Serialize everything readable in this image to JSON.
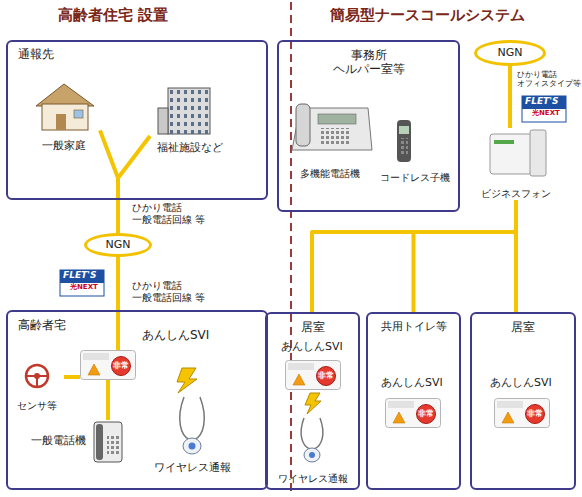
{
  "diagram": {
    "nodes": [
      {
        "text": [
          "通報先"
        ]
      },
      {
        "text": [
          "一般家庭"
        ],
        "in": 0
      },
      {
        "text": [
          "福祉施設など"
        ],
        "in": 0
      },
      {
        "text": [
          "NGN"
        ]
      },
      {
        "text": [
          "高齢者宅"
        ]
      },
      {
        "text": [
          "あんしんSVI"
        ],
        "in": 4
      },
      {
        "text": [
          "センサ等"
        ],
        "in": 4
      },
      {
        "text": [
          "一般電話機"
        ],
        "in": 4
      },
      {
        "text": [
          "ワイヤレス通報"
        ],
        "in": 4
      },
      {
        "text": [
          "事務所 ヘルパー室等"
        ]
      },
      {
        "text": [
          "多機能電話機"
        ],
        "in": 9
      },
      {
        "text": [
          "コードレス子機"
        ],
        "in": 9
      },
      {
        "text": [
          "ビジネスフォン"
        ]
      },
      {
        "text": [
          "NGN"
        ]
      },
      {
        "text": [
          "居室"
        ]
      },
      {
        "text": [
          "あんしんSVI"
        ],
        "in": 14
      },
      {
        "text": [
          "ワイヤレス通報"
        ],
        "in": 14
      },
      {
        "text": [
          "共用トイレ等"
        ]
      },
      {
        "text": [
          "あんしんSVI"
        ],
        "in": 17
      },
      {
        "text": [
          "居室"
        ]
      },
      {
        "text": [
          "あんしんSVI"
        ],
        "in": 19
      }
    ],
    "edges": [
      {
        "from": 1,
        "to": 3,
        "arrow": "none"
      },
      {
        "from": 2,
        "to": 3,
        "arrow": "none"
      },
      {
        "from": 3,
        "to": 5,
        "arrow": "none"
      },
      {
        "from": 6,
        "to": 5,
        "arrow": "none"
      },
      {
        "from": 7,
        "to": 5,
        "arrow": "none"
      },
      {
        "from": 12,
        "to": 13,
        "arrow": "none"
      },
      {
        "from": 12,
        "to": 14,
        "arrow": "none"
      },
      {
        "from": 12,
        "to": 17,
        "arrow": "none"
      },
      {
        "from": 12,
        "to": 19,
        "arrow": "none"
      }
    ],
    "labels": [
      "高齢者住宅 設置",
      "簡易型ナースコールシステム",
      "ひかり電話 一般電話回線 等",
      "ひかり電話 一般電話回線 等",
      "FLET'S",
      "光NEXT",
      "ひかり電話 オフィスタイプ等",
      "FLET'S",
      "光NEXT",
      "非常",
      "非常",
      "非常",
      "非常"
    ]
  }
}
